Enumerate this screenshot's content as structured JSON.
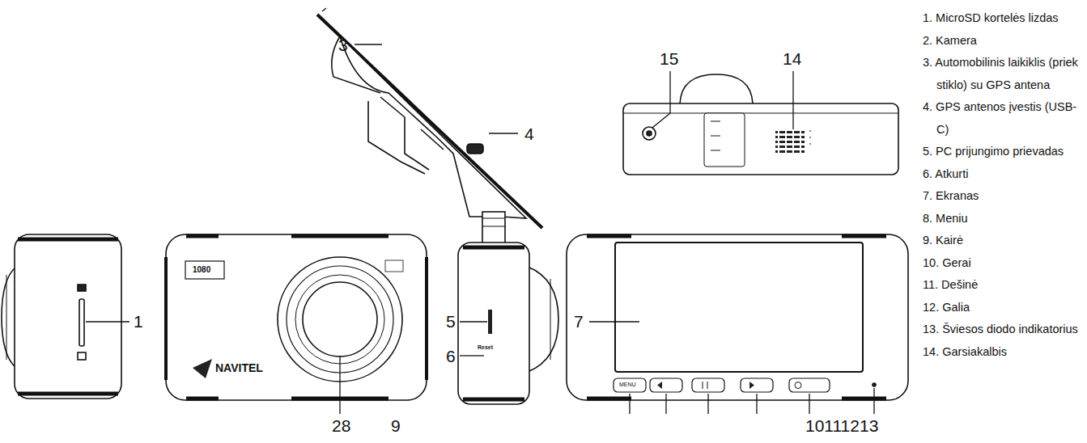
{
  "diagram": {
    "labels": [
      "3",
      "4",
      "15",
      "14",
      "1",
      "5",
      "6",
      "7",
      "28",
      "9",
      "10111213",
      "NAVITEL",
      "1080",
      "MENU",
      "Reset",
      "1. MicroSD kortelės lizdas",
      "2. Kamera",
      "3. Automobilinis laikiklis (priek stiklo) su GPS antena",
      "4. GPS antenos įvestis (USB-C)",
      "5. PC prijungimo prievadas",
      "6. Atkurti",
      "7. Ekranas",
      "8. Meniu",
      "9. Kairė",
      "10. Gerai",
      "11. Dešinė",
      "12. Galia",
      "13. Šviesos diodo indikatorius",
      "14. Garsiakalbis"
    ]
  }
}
